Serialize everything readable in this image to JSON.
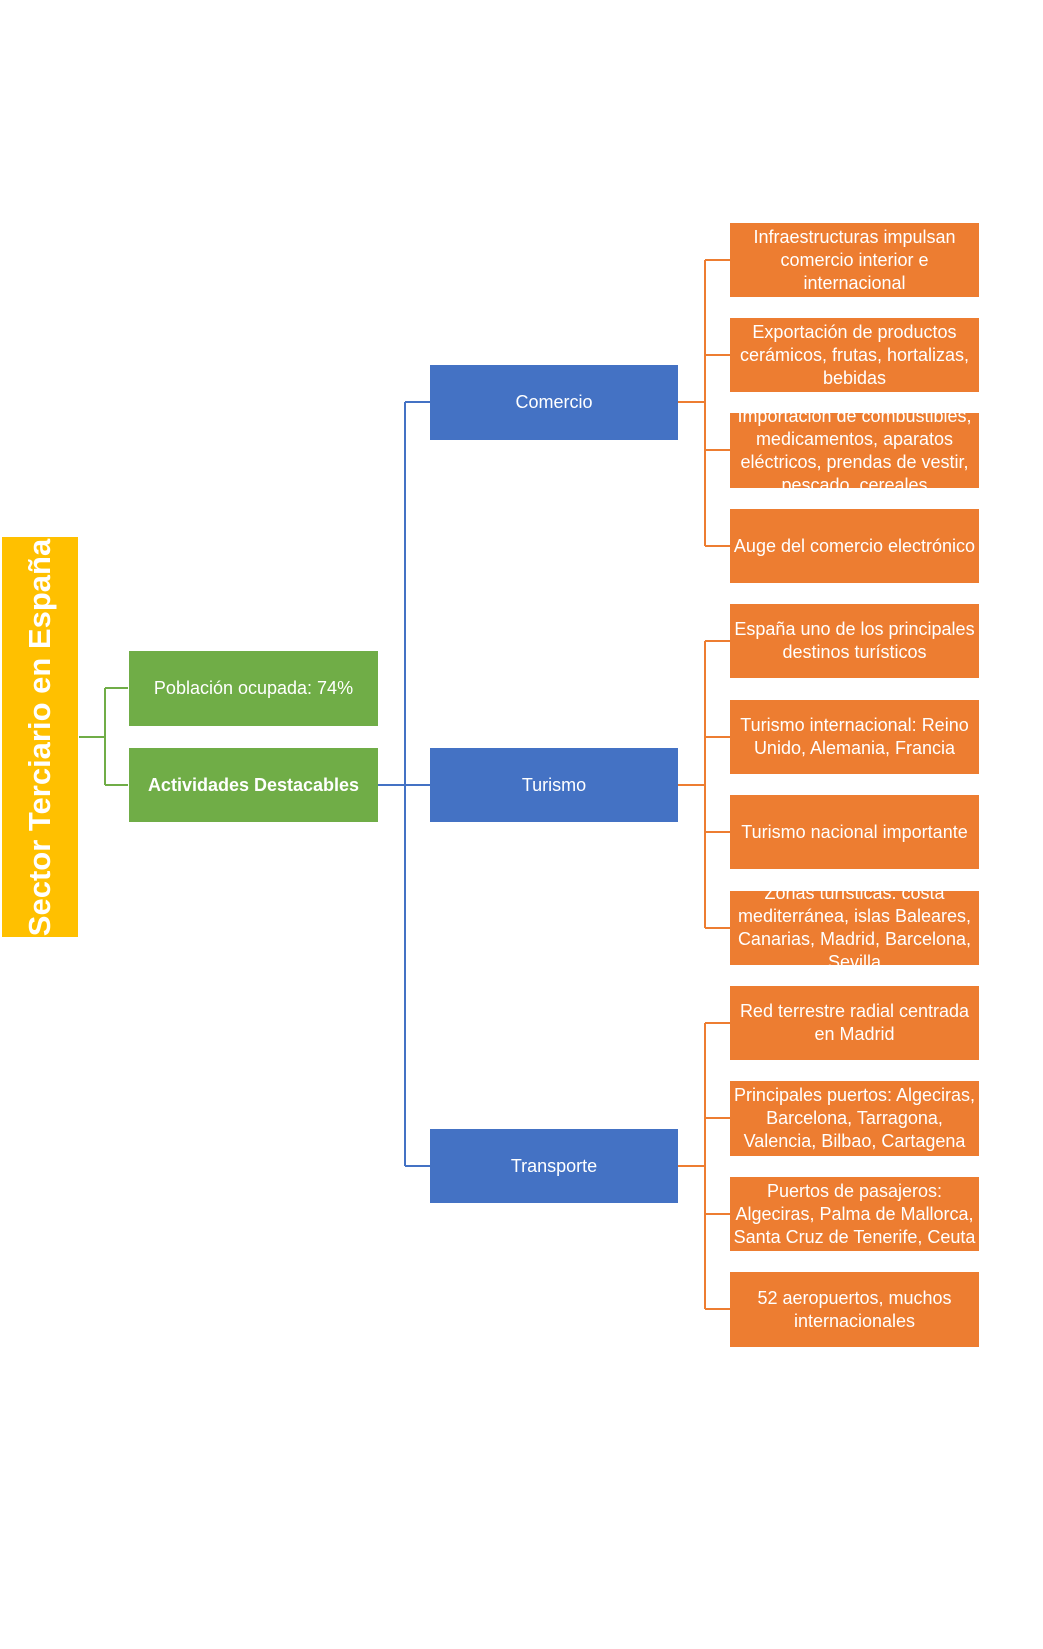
{
  "root": {
    "label": "Sector Terciario en España",
    "color": "#FFC000"
  },
  "level1": [
    {
      "label": "Población ocupada: 74%"
    },
    {
      "label": "Actividades Destacables"
    }
  ],
  "categories": [
    {
      "label": "Comercio",
      "items": [
        "Infraestructuras impulsan comercio interior e internacional",
        "Exportación de productos cerámicos, frutas, hortalizas, bebidas",
        "Importación de combustibles, medicamentos, aparatos eléctricos, prendas de vestir, pescado, cereales",
        "Auge del comercio electrónico"
      ]
    },
    {
      "label": "Turismo",
      "items": [
        "España uno de los principales destinos turísticos",
        "Turismo internacional: Reino Unido, Alemania, Francia",
        "Turismo nacional importante",
        "Zonas turísticas: costa mediterránea, islas Baleares, Canarias, Madrid, Barcelona, Sevilla"
      ]
    },
    {
      "label": "Transporte",
      "items": [
        "Red terrestre radial centrada en Madrid",
        "Principales puertos: Algeciras, Barcelona, Tarragona, Valencia, Bilbao, Cartagena",
        "Puertos de pasajeros: Algeciras, Palma de Mallorca, Santa Cruz de Tenerife, Ceuta",
        "52 aeropuertos, muchos internacionales"
      ]
    }
  ],
  "colors": {
    "root": "#FFC000",
    "level1": "#70AD47",
    "category": "#4472C4",
    "leaf": "#ED7D31",
    "text": "#FFFFFF"
  }
}
